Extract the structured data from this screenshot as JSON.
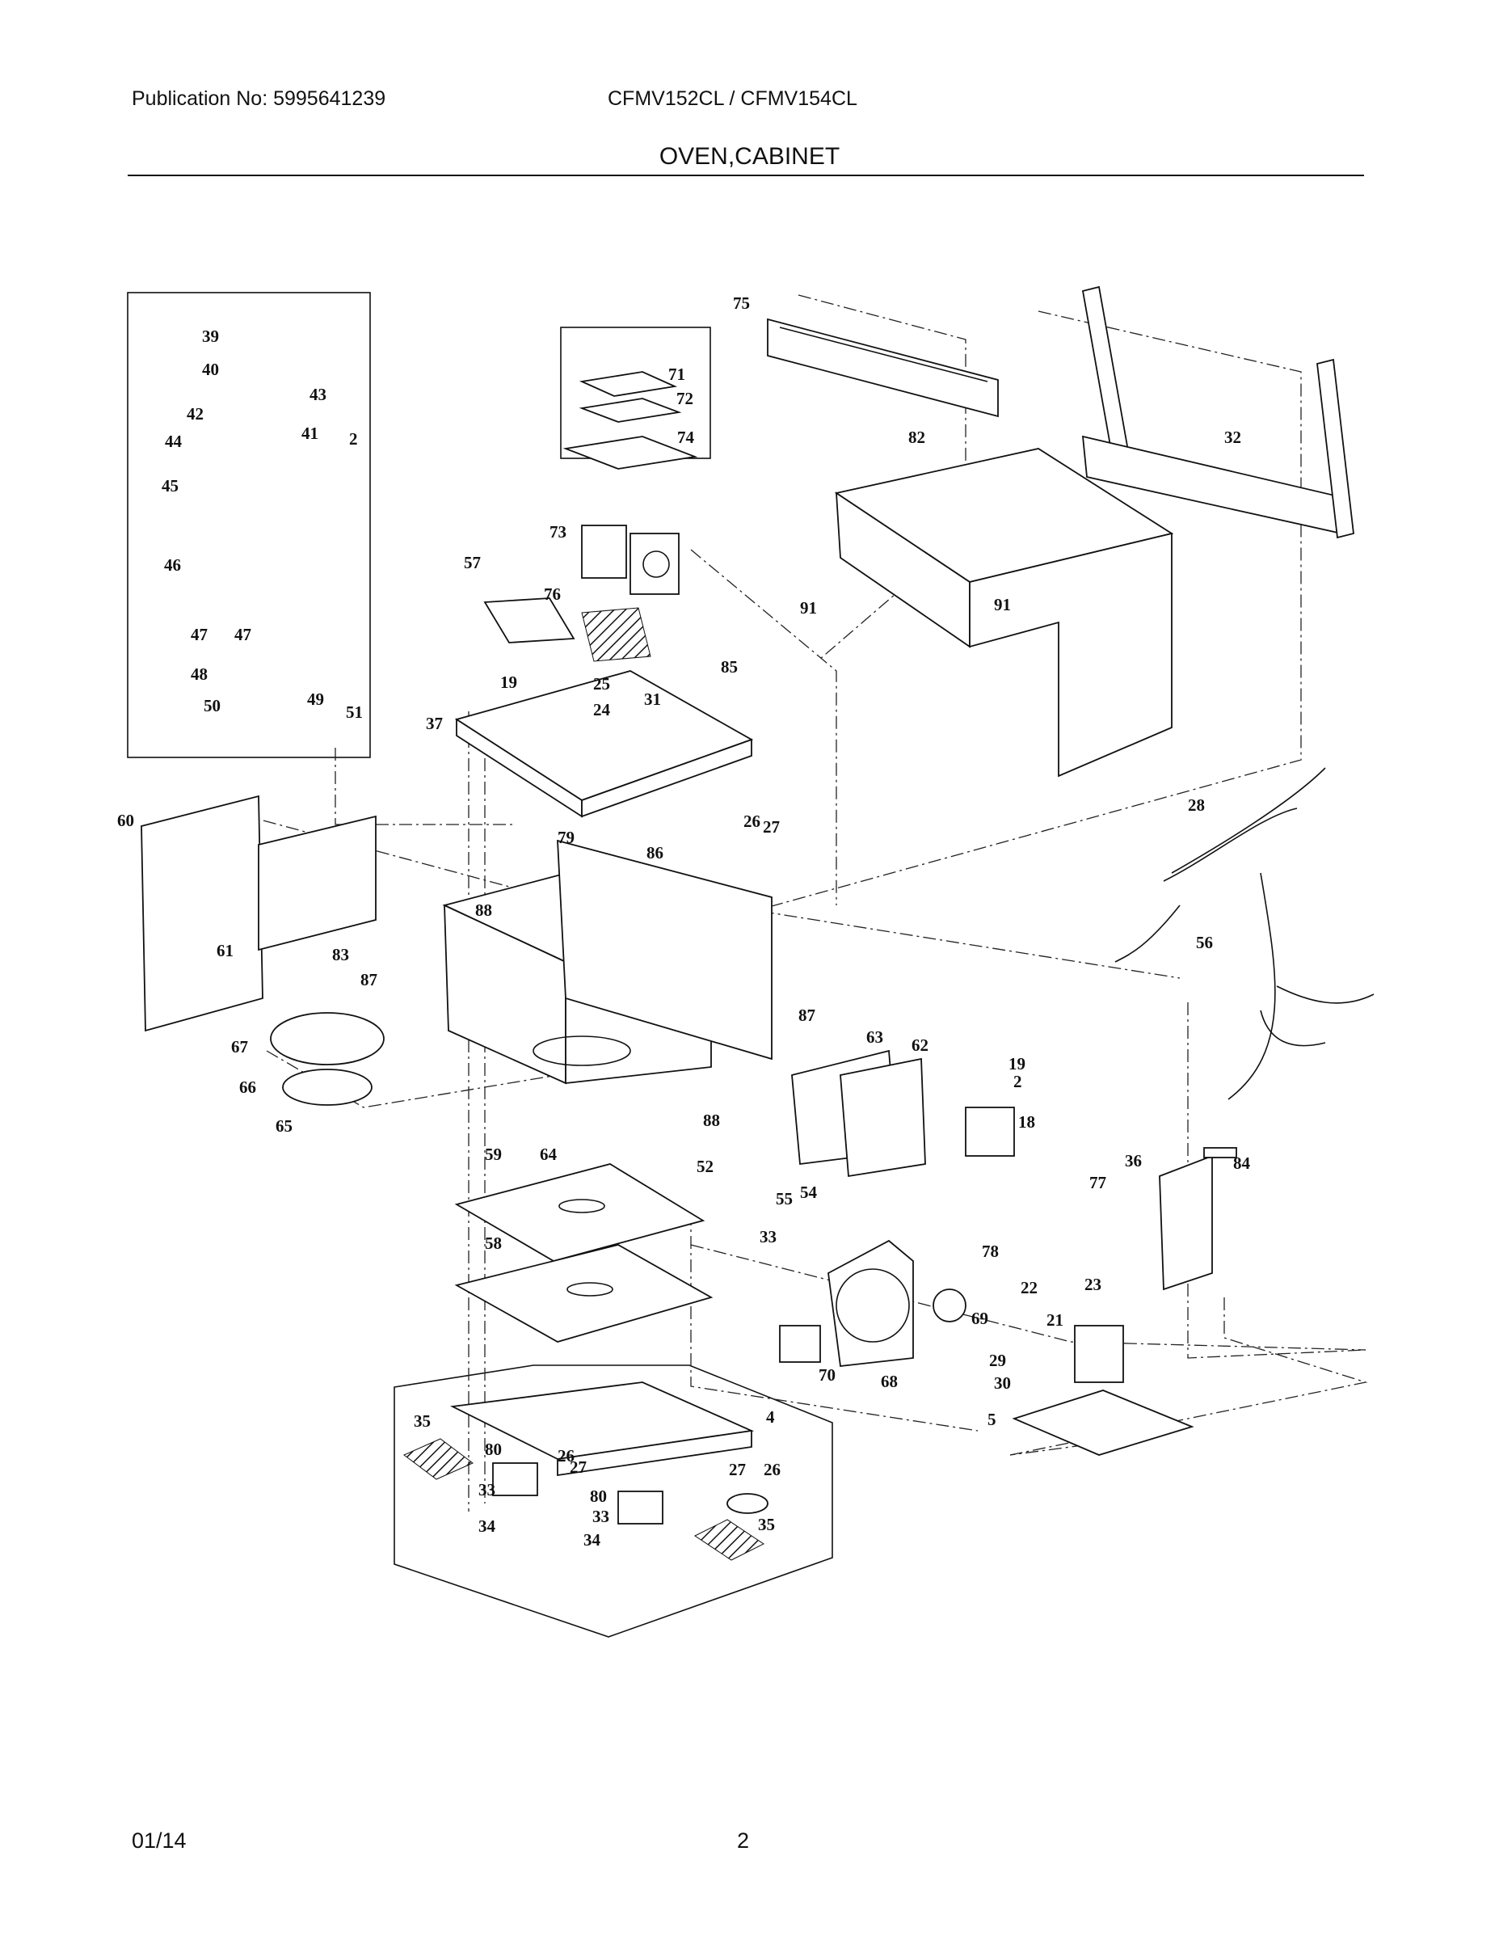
{
  "header": {
    "publication": "Publication No: 5995641239",
    "models": "CFMV152CL / CFMV154CL",
    "section_title": "OVEN,CABINET"
  },
  "footer": {
    "date": "01/14",
    "page_number": "2"
  },
  "diagram": {
    "callouts": [
      "39",
      "40",
      "42",
      "43",
      "41",
      "2",
      "44",
      "45",
      "46",
      "47",
      "47",
      "48",
      "49",
      "50",
      "51",
      "71",
      "72",
      "74",
      "73",
      "75",
      "82",
      "32",
      "91",
      "91",
      "57",
      "76",
      "19",
      "25",
      "24",
      "31",
      "85",
      "37",
      "26",
      "27",
      "79",
      "86",
      "60",
      "61",
      "88",
      "83",
      "87",
      "67",
      "66",
      "65",
      "87",
      "63",
      "62",
      "19",
      "2",
      "18",
      "88",
      "64",
      "52",
      "54",
      "55",
      "33",
      "59",
      "58",
      "28",
      "56",
      "36",
      "84",
      "77",
      "78",
      "22",
      "23",
      "69",
      "70",
      "68",
      "21",
      "29",
      "30",
      "5",
      "35",
      "4",
      "80",
      "26",
      "27",
      "27",
      "26",
      "33",
      "80",
      "33",
      "34",
      "34",
      "35"
    ]
  }
}
